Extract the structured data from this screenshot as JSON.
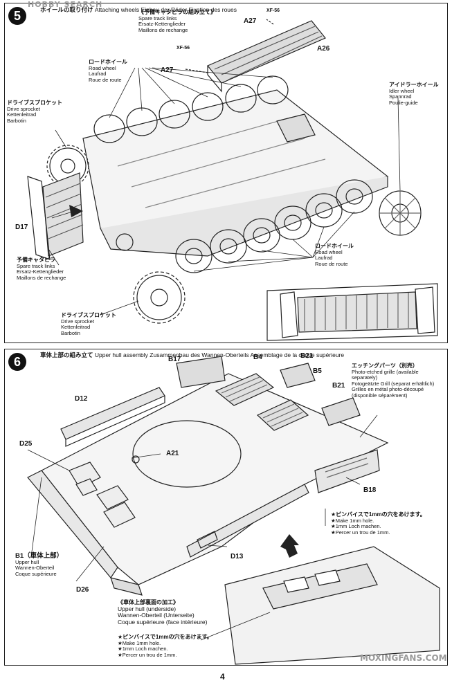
{
  "watermark_top": "HOBBY SEARCH",
  "watermark_bottom": "MOXINGFANS.COM",
  "page_number": "4",
  "step5": {
    "number": "5",
    "title": [
      "ホイールの取り付け",
      "Attaching wheels",
      "Einbau der Räder",
      "Fixation des roues"
    ],
    "spare_links_header": [
      "《予備キャタピラの組み立て》",
      "Spare track links",
      "Ersatz-Kettenglieder",
      "Maillons de rechange"
    ],
    "paint_a": "XF-56",
    "paint_b": "XF-56",
    "part_a27_top": "A27",
    "part_a26": "A26",
    "part_a27_bottom": "A27",
    "road_wheel_top": [
      "ロードホイール",
      "Road wheel",
      "Laufrad",
      "Roue de route"
    ],
    "idler_wheel": [
      "アイドラーホイール",
      "Idler wheel",
      "Spannrad",
      "Poulie-guide"
    ],
    "drive_sprocket_top": [
      "ドライブスプロケット",
      "Drive sprocket",
      "Kettenleitrad",
      "Barbotin"
    ],
    "part_d17": "D17",
    "spare_track_left": [
      "予備キャタピラ",
      "Spare track links",
      "Ersatz-Kettenglieder",
      "Maillons de rechange"
    ],
    "road_wheel_bottom": [
      "ロードホイール",
      "Road wheel",
      "Laufrad",
      "Roue de route"
    ],
    "drive_sprocket_bottom": [
      "ドライブスプロケット",
      "Drive sprocket",
      "Kettenleitrad",
      "Barbotin"
    ]
  },
  "step6": {
    "number": "6",
    "title": [
      "車体上部の組み立て",
      "Upper hull assembly",
      "Zusammenbau des Wannen-Oberteils",
      "Assemblage de la coque supérieure"
    ],
    "part_b17": "B17",
    "part_b4": "B4",
    "part_b21_a": "B21",
    "part_b5": "B5",
    "part_b21_b": "B21",
    "part_d12": "D12",
    "part_d25": "D25",
    "part_a21": "A21",
    "part_b18": "B18",
    "part_d13": "D13",
    "part_d26": "D26",
    "etching": [
      "エッチングパーツ（別売）",
      "Photo-etched grille (available",
      "separately)",
      "Fotogeätzte Grill (separat erhältlich)",
      "Grilles en métal photo-découpé",
      "(disponible séparément)"
    ],
    "b1_label": [
      "B1（車体上部）",
      "Upper hull",
      "Wannen-Oberteil",
      "Coque supérieure"
    ],
    "hole_right": [
      "★ピンバイスで1mmの穴をあけます。",
      "★Make 1mm hole.",
      "★1mm Loch machen.",
      "★Percer un trou de 1mm."
    ],
    "underside_header": [
      "《車体上部裏面の加工》",
      "Upper hull (underside)",
      "Wannen-Oberteil (Unterseite)",
      "Coque supérieure (face intérieure)"
    ],
    "hole_bottom": [
      "★ピンバイスで1mmの穴をあけます。",
      "★Make 1mm hole.",
      "★1mm Loch machen.",
      "★Percer un trou de 1mm."
    ]
  }
}
